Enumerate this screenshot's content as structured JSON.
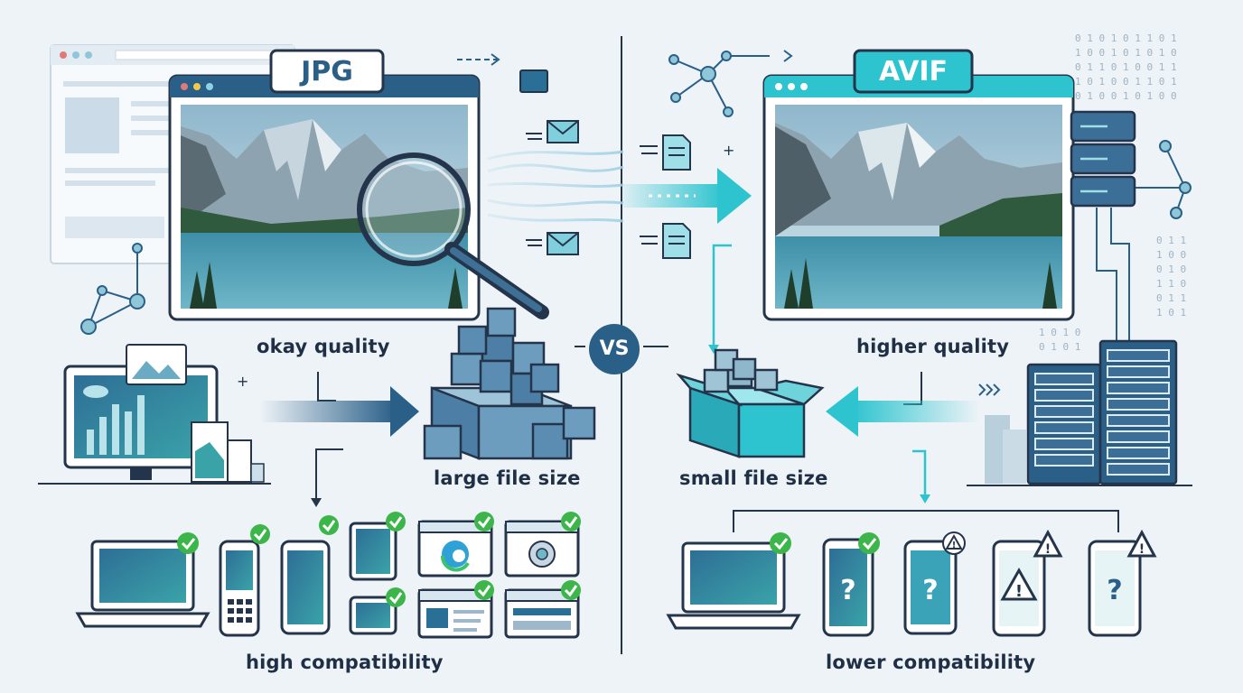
{
  "jpg": {
    "format_label": "JPG",
    "quality_label": "okay quality",
    "file_size_label": "large file size",
    "compatibility_label": "high compatibility"
  },
  "avif": {
    "format_label": "AVIF",
    "quality_label": "higher quality",
    "file_size_label": "small file size",
    "compatibility_label": "lower compatibility"
  },
  "divider": {
    "label": "VS"
  },
  "icons": {
    "supported": "check-icon",
    "unsupported": "warning-icon",
    "unknown": "question-icon"
  },
  "colors": {
    "jpg_accent": "#2a5f88",
    "avif_accent": "#2ec4cf",
    "check": "#3cb54a",
    "text": "#1f2f45"
  }
}
